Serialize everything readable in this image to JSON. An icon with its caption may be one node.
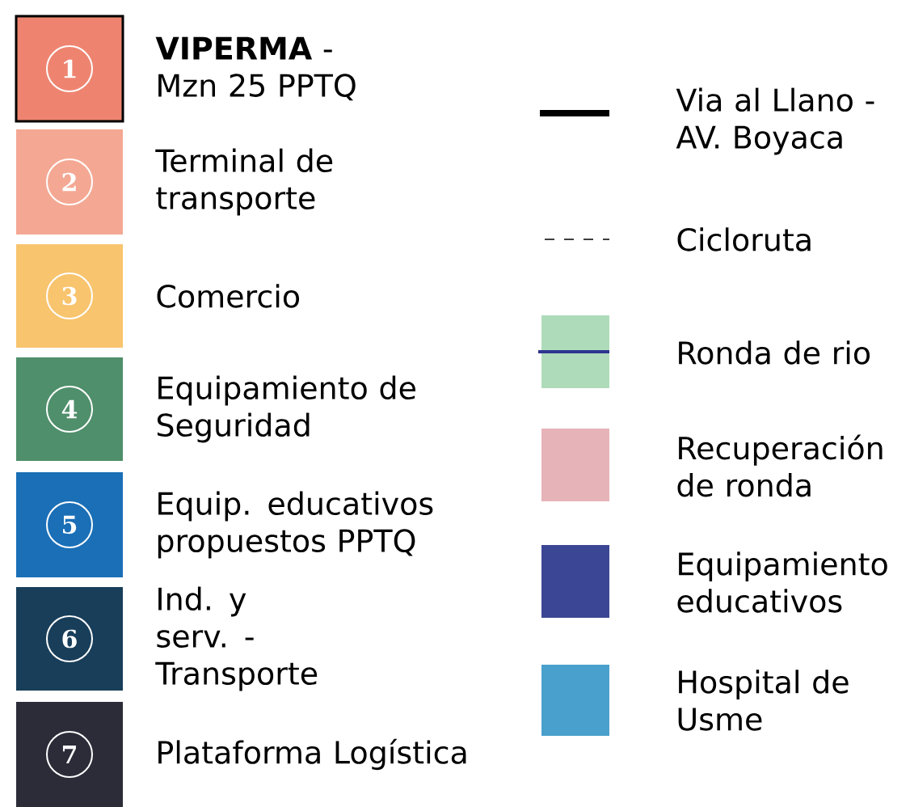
{
  "diagram": {
    "labels": [
      "1",
      "2",
      "3",
      "4",
      "5",
      "6",
      "7"
    ],
    "legend": [
      {
        "text": "**VIPERMA** -Mzn 25 PPTQ",
        "color": "#ee8470"
      },
      {
        "text": "Terminal de transporte",
        "color": "#f4a893"
      },
      {
        "text": "Comercio",
        "color": "#f8c46e"
      },
      {
        "text": "Equipamiento de Seguridad",
        "color": "#4f8f6b"
      },
      {
        "text": "Equip. educativos propuestos PPTQ",
        "color": "#1a6fb7"
      },
      {
        "text": "Ind. y serv. - Transporte",
        "color": "#183e5a"
      },
      {
        "text": "Plataforma Logística",
        "color": "#2b2c38"
      },
      {
        "text": "Via al Llano - AV. Boyaca"
      },
      {
        "text": "Cicloruta"
      },
      {
        "text": "Ronda de rio"
      },
      {
        "text": "Recuperación de ronda",
        "color": "#e6b3b8"
      },
      {
        "text": "Equipamiento educativos",
        "color": "#3b4694"
      },
      {
        "text": "Hospital de Usme",
        "color": "#4aa0cc"
      }
    ]
  }
}
